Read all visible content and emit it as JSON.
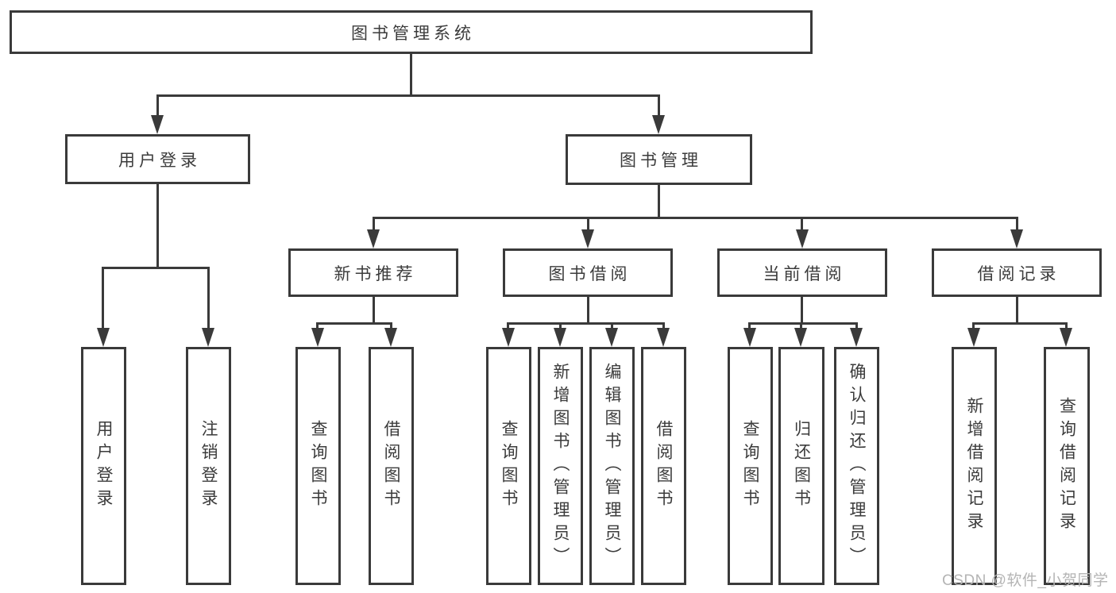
{
  "title": "图书管理系统",
  "tree": {
    "label": "图书管理系统",
    "children": [
      {
        "label": "用户登录",
        "children": [
          {
            "label": "用户登录"
          },
          {
            "label": "注销登录"
          }
        ]
      },
      {
        "label": "图书管理",
        "children": [
          {
            "label": "新书推荐",
            "children": [
              {
                "label": "查询图书"
              },
              {
                "label": "借阅图书"
              }
            ]
          },
          {
            "label": "图书借阅",
            "children": [
              {
                "label": "查询图书"
              },
              {
                "label": "新增图书（管理员）"
              },
              {
                "label": "编辑图书（管理员）"
              },
              {
                "label": "借阅图书"
              }
            ]
          },
          {
            "label": "当前借阅",
            "children": [
              {
                "label": "查询图书"
              },
              {
                "label": "归还图书"
              },
              {
                "label": "确认归还（管理员）"
              }
            ]
          },
          {
            "label": "借阅记录",
            "children": [
              {
                "label": "新增借阅记录"
              },
              {
                "label": "查询借阅记录"
              }
            ]
          }
        ]
      }
    ]
  },
  "watermark": {
    "text": "CSDN @软件_小贺同学"
  },
  "colors": {
    "line": "#3a3a3a",
    "text": "#3b3b3b",
    "watermark": "#b4b4b4",
    "background": "#ffffff"
  }
}
